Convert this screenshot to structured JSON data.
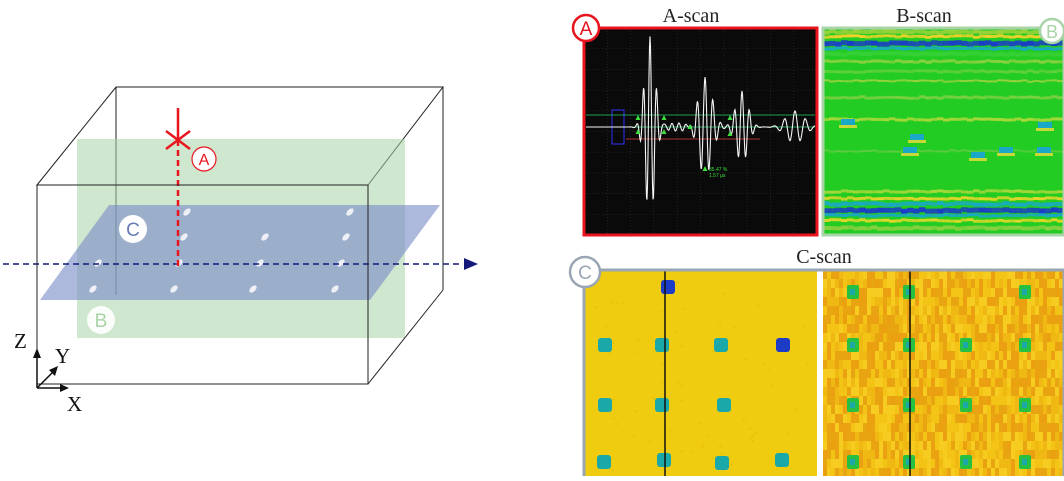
{
  "diagram": {
    "labels": {
      "a": "A",
      "b": "B",
      "c": "C",
      "axis_z": "Z",
      "axis_y": "Y",
      "axis_x": "X"
    },
    "colors": {
      "a_red": "#e8141e",
      "b_green": "#a8d4a8",
      "c_blue": "#7a8cc8",
      "scan_axis": "#14187a",
      "badge_border": "#9aa6b4"
    }
  },
  "panels": {
    "a_scan": {
      "title": "A-scan",
      "badge": "A"
    },
    "b_scan": {
      "title": "B-scan",
      "badge": "B"
    },
    "c_scan": {
      "title": "C-scan",
      "badge": "C"
    },
    "a_readout": {
      "line1": "35.47 %",
      "line2": "1.57 µs"
    }
  }
}
